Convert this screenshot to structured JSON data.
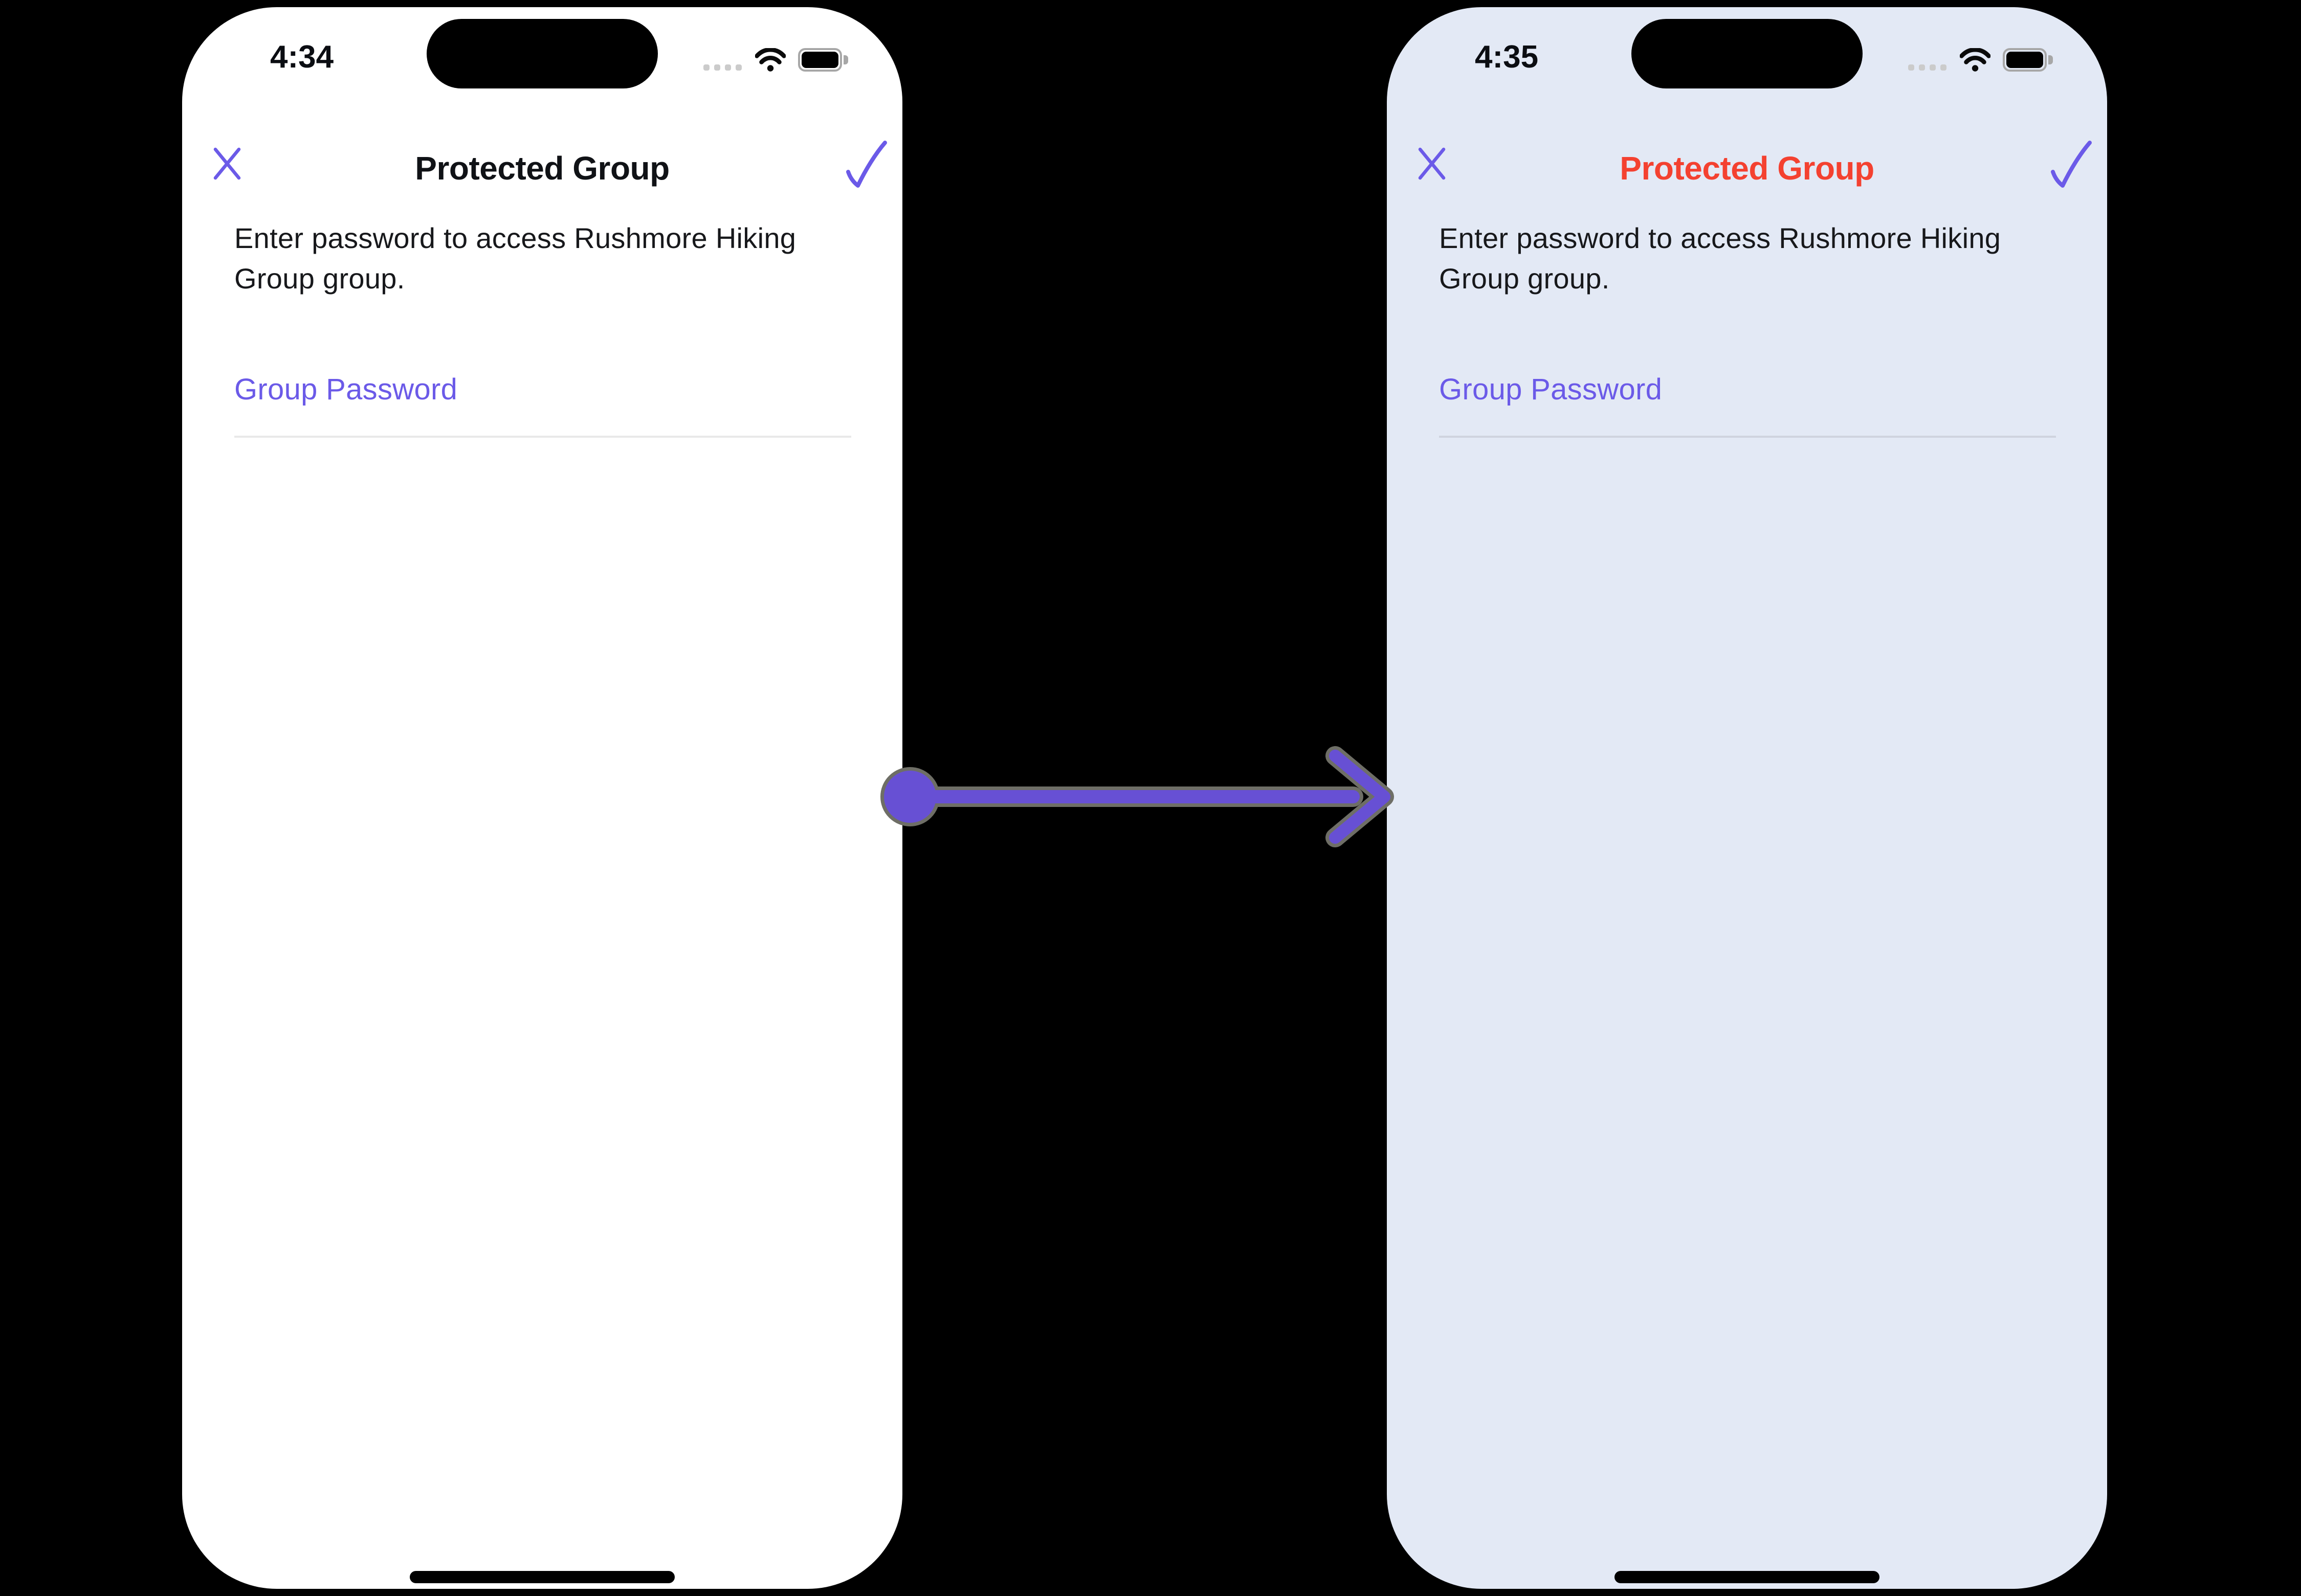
{
  "scene": {
    "canvas_bg": "#000000",
    "arrow": {
      "meaning": "transition from before-state to after-state",
      "color": "#6750D4",
      "outline_color": "#6E6E66"
    }
  },
  "phones": [
    {
      "state": "before",
      "bg": "#FFFFFF",
      "accent_color": "#6B5AE8",
      "status": {
        "time": "4:34",
        "icons": [
          "cellular-signal-dots",
          "wifi-icon",
          "battery-icon"
        ]
      },
      "title": "Protected Group",
      "title_color": "#101216",
      "description": "Enter password to access Rushmore Hiking Group group.",
      "field_label": "Group Password",
      "field_value": ""
    },
    {
      "state": "after",
      "bg": "#E3E9F5",
      "accent_color": "#6B5AE8",
      "status": {
        "time": "4:35",
        "icons": [
          "cellular-signal-dots",
          "wifi-icon",
          "battery-icon"
        ]
      },
      "title": "Protected Group",
      "title_color": "#F44130",
      "description": "Enter password to access Rushmore Hiking Group group.",
      "field_label": "Group Password",
      "field_value": ""
    }
  ]
}
